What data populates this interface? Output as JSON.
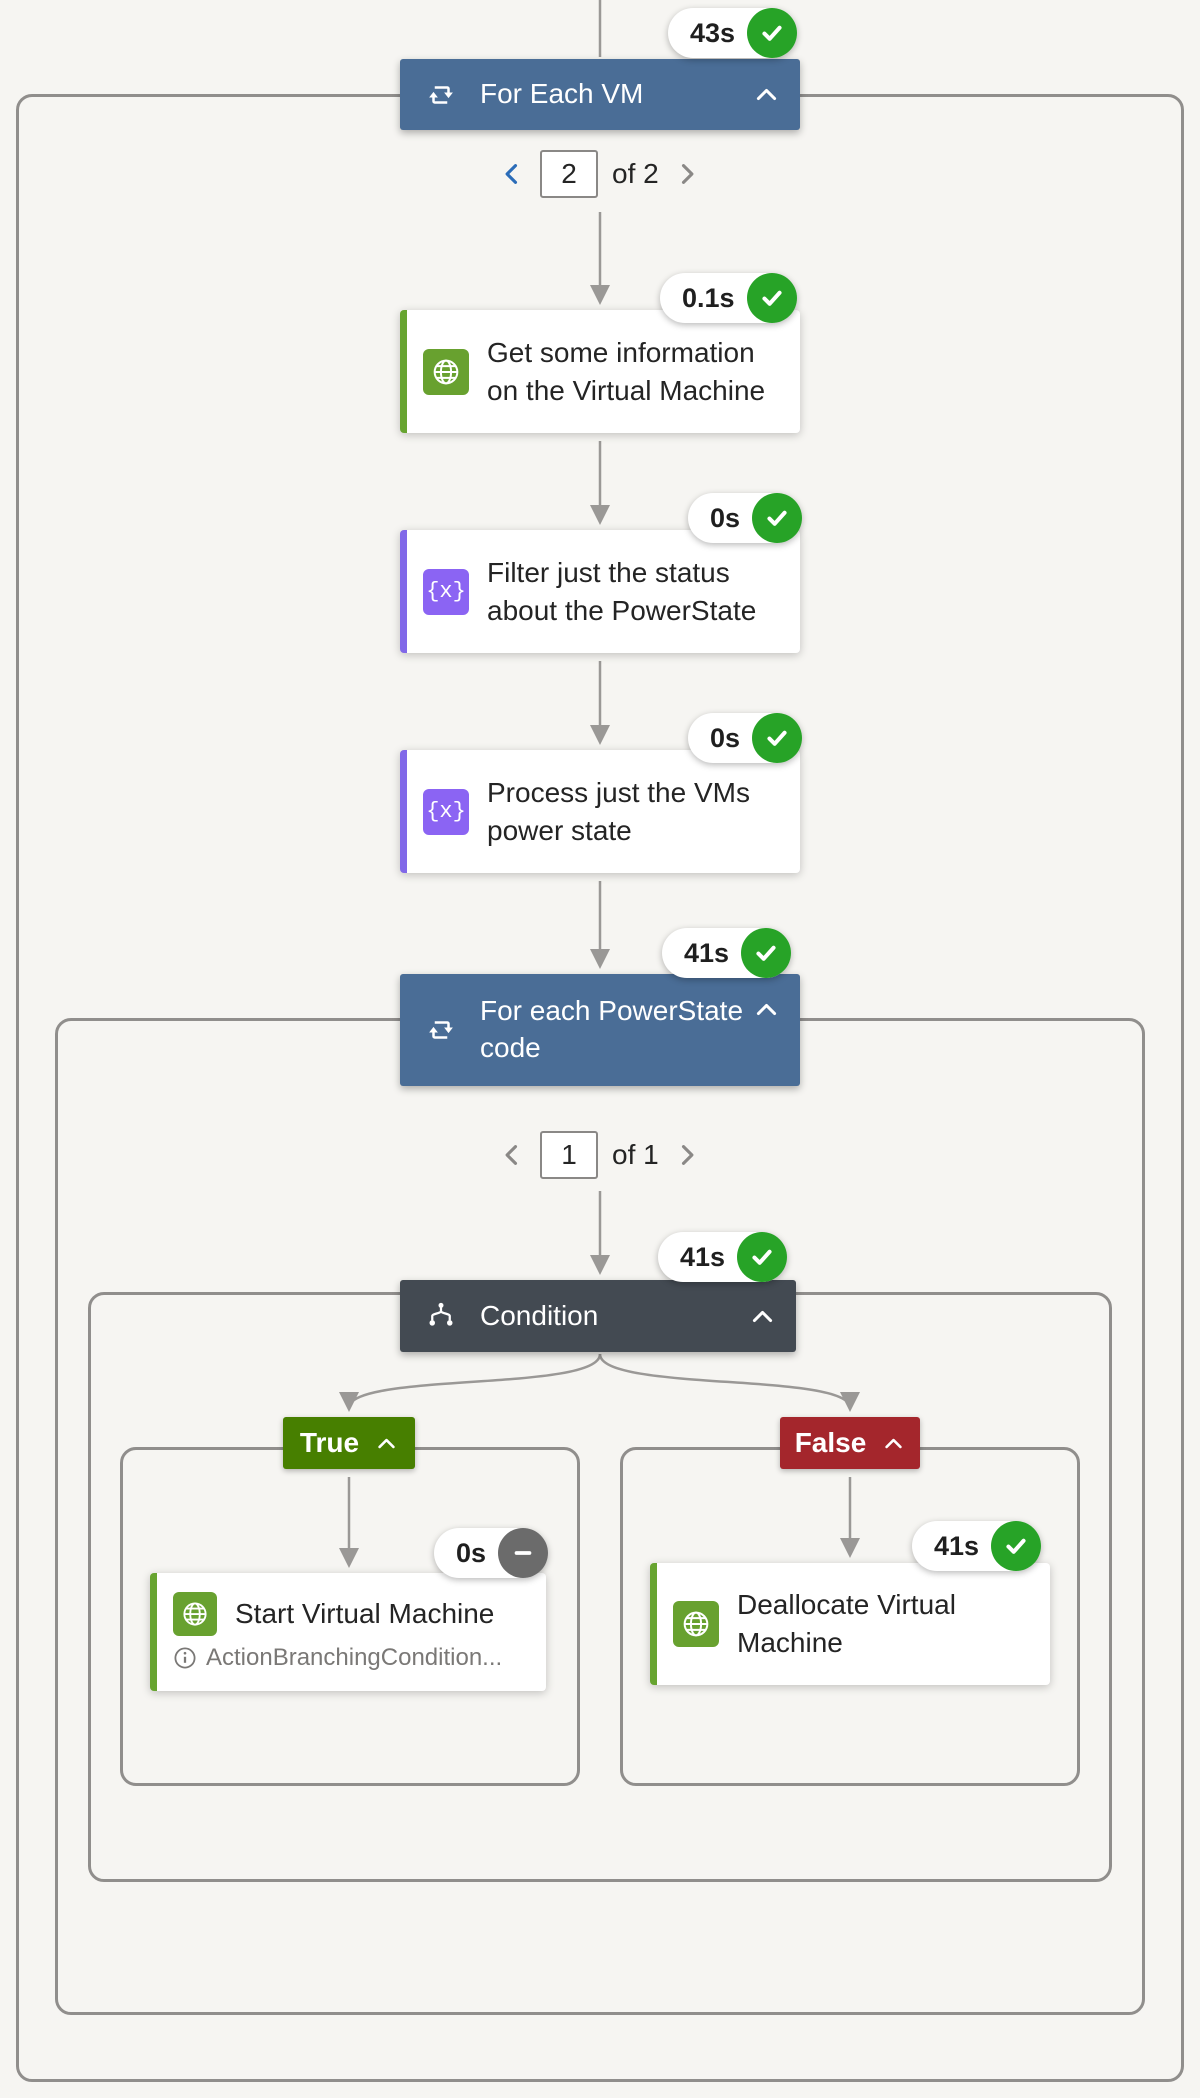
{
  "colors": {
    "loop_header": "#4a6d96",
    "condition_header": "#434a52",
    "true_label": "#477f00",
    "false_label": "#a4262c",
    "success_green": "#27a327",
    "skipped_gray": "#6b6b6b",
    "connector_tile_green": "#68a12f",
    "connector_tile_purple": "#8b64f3",
    "card_accent_green": "#67a430",
    "card_accent_purple": "#8168e8"
  },
  "icons": {
    "data_operation_glyph": "{x}"
  },
  "for_each_vm": {
    "title": "For Each VM",
    "badge": "43s",
    "status": "success",
    "pagination": {
      "value": "2",
      "of": "of 2"
    }
  },
  "actions": {
    "get_info": {
      "title": "Get some information on the Virtual Machine",
      "badge": "0.1s",
      "status": "success"
    },
    "filter_status": {
      "title": "Filter just the status about the PowerState",
      "badge": "0s",
      "status": "success"
    },
    "process_power": {
      "title": "Process just the VMs power state",
      "badge": "0s",
      "status": "success"
    }
  },
  "for_each_powerstate": {
    "title": "For each PowerState code",
    "badge": "41s",
    "status": "success",
    "pagination": {
      "value": "1",
      "of": "of 1"
    }
  },
  "condition": {
    "title": "Condition",
    "badge": "41s",
    "status": "success",
    "true_label": "True",
    "false_label": "False"
  },
  "start_vm": {
    "title": "Start Virtual Machine",
    "badge": "0s",
    "status": "skipped",
    "note": "ActionBranchingCondition..."
  },
  "deallocate_vm": {
    "title": "Deallocate Virtual Machine",
    "badge": "41s",
    "status": "success"
  }
}
